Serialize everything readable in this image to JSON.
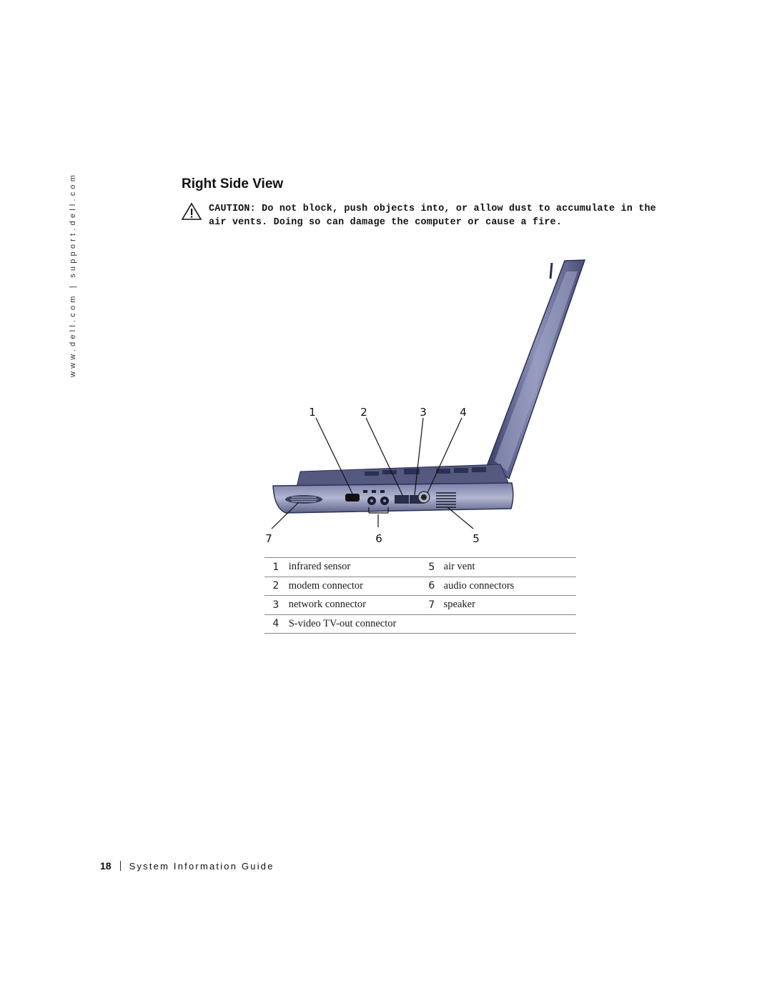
{
  "sidebar": {
    "url_text": "www.dell.com | support.dell.com"
  },
  "section": {
    "title": "Right Side View"
  },
  "caution": {
    "icon": "warning-triangle-icon",
    "text": "CAUTION: Do not block, push objects into, or allow dust to accumulate in the air vents. Doing so can damage the computer or cause a fire."
  },
  "figure": {
    "callouts": {
      "c1": "1",
      "c2": "2",
      "c3": "3",
      "c4": "4",
      "c5": "5",
      "c6": "6",
      "c7": "7"
    }
  },
  "legend": {
    "rows": [
      {
        "n1": "1",
        "d1": "infrared sensor",
        "n2": "5",
        "d2": "air vent"
      },
      {
        "n1": "2",
        "d1": "modem connector",
        "n2": "6",
        "d2": "audio connectors"
      },
      {
        "n1": "3",
        "d1": "network connector",
        "n2": "7",
        "d2": "speaker"
      },
      {
        "n1": "4",
        "d1": "S-video TV-out connector",
        "n2": "",
        "d2": ""
      }
    ]
  },
  "footer": {
    "page_number": "18",
    "title": "System Information Guide"
  }
}
